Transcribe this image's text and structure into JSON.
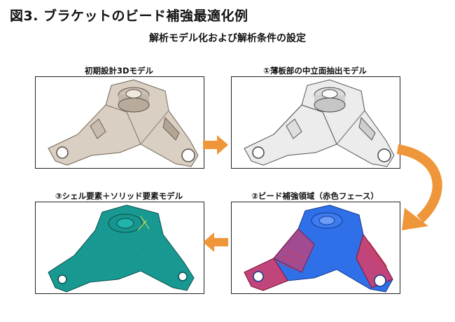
{
  "figure": {
    "title": "図3. ブラケットのビード補強最適化例",
    "subtitle": "解析モデル化および解析条件の設定"
  },
  "panels": [
    {
      "caption": "初期設計3Dモデル",
      "style": "solid-beige"
    },
    {
      "caption": "①薄板部の中立面抽出モデル",
      "style": "surface-gray"
    },
    {
      "caption": "②ビード補強領域（赤色フェース）",
      "style": "blue-red-faces"
    },
    {
      "caption": "③シェル要素＋ソリッド要素モデル",
      "style": "teal-mesh"
    }
  ],
  "colors": {
    "arrow": "#f0963a",
    "beige": "#d9cfc3",
    "gray": "#e6e6e6",
    "blue": "#2f6fe8",
    "red_face": "#c0457a",
    "teal": "#1aa39b"
  }
}
